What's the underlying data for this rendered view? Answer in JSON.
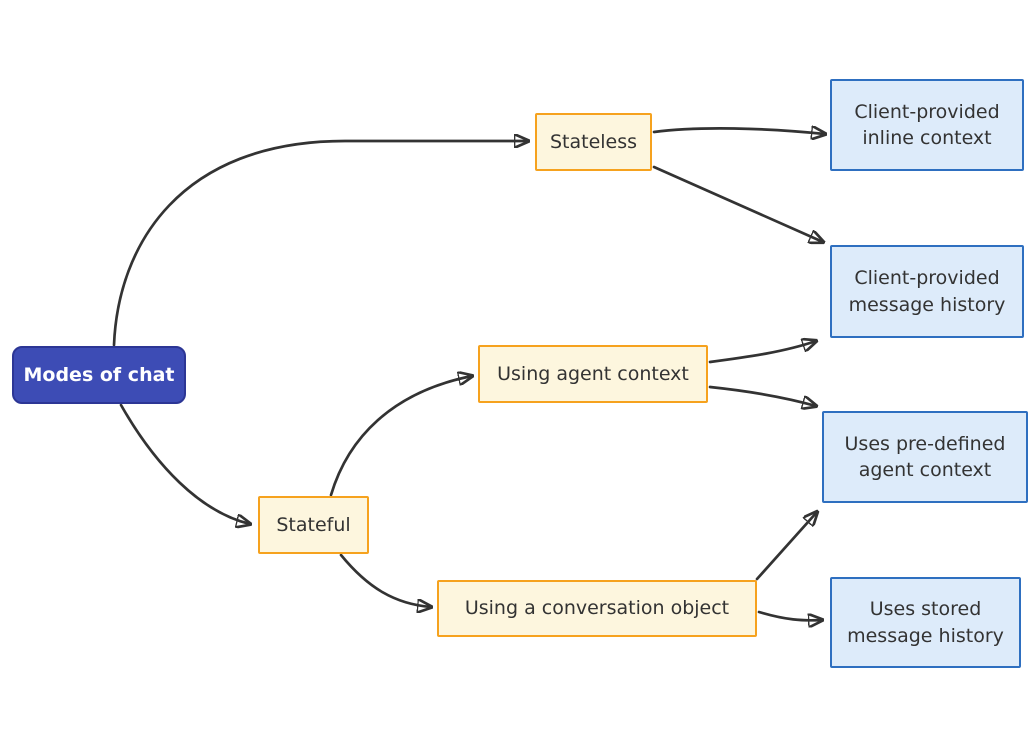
{
  "diagram": {
    "type": "flowchart",
    "direction": "left-to-right",
    "nodes": {
      "root": {
        "label": "Modes of chat"
      },
      "stateless": {
        "label": "Stateless"
      },
      "stateful": {
        "label": "Stateful"
      },
      "using_agent_context": {
        "label": "Using agent context"
      },
      "using_conversation_object": {
        "label": "Using a conversation object"
      },
      "inline_context": {
        "label": "Client-provided inline context"
      },
      "message_history": {
        "label": "Client-provided message history"
      },
      "predefined_agent_context": {
        "label": "Uses pre-defined agent context"
      },
      "stored_message_history": {
        "label": "Uses stored message history"
      }
    },
    "edges": [
      {
        "from": "root",
        "to": "stateless"
      },
      {
        "from": "root",
        "to": "stateful"
      },
      {
        "from": "stateless",
        "to": "inline_context"
      },
      {
        "from": "stateless",
        "to": "message_history"
      },
      {
        "from": "stateful",
        "to": "using_agent_context"
      },
      {
        "from": "stateful",
        "to": "using_conversation_object"
      },
      {
        "from": "using_agent_context",
        "to": "message_history"
      },
      {
        "from": "using_agent_context",
        "to": "predefined_agent_context"
      },
      {
        "from": "using_conversation_object",
        "to": "predefined_agent_context"
      },
      {
        "from": "using_conversation_object",
        "to": "stored_message_history"
      }
    ],
    "colors": {
      "root_fill": "#3d4cb5",
      "root_border": "#2c3695",
      "root_text": "#ffffff",
      "branch_fill": "#fdf6de",
      "branch_border": "#f6a21e",
      "leaf_fill": "#ddebfa",
      "leaf_border": "#2e6fc0",
      "node_text": "#333333",
      "edge_stroke": "#333333",
      "background": "#ffffff"
    }
  }
}
